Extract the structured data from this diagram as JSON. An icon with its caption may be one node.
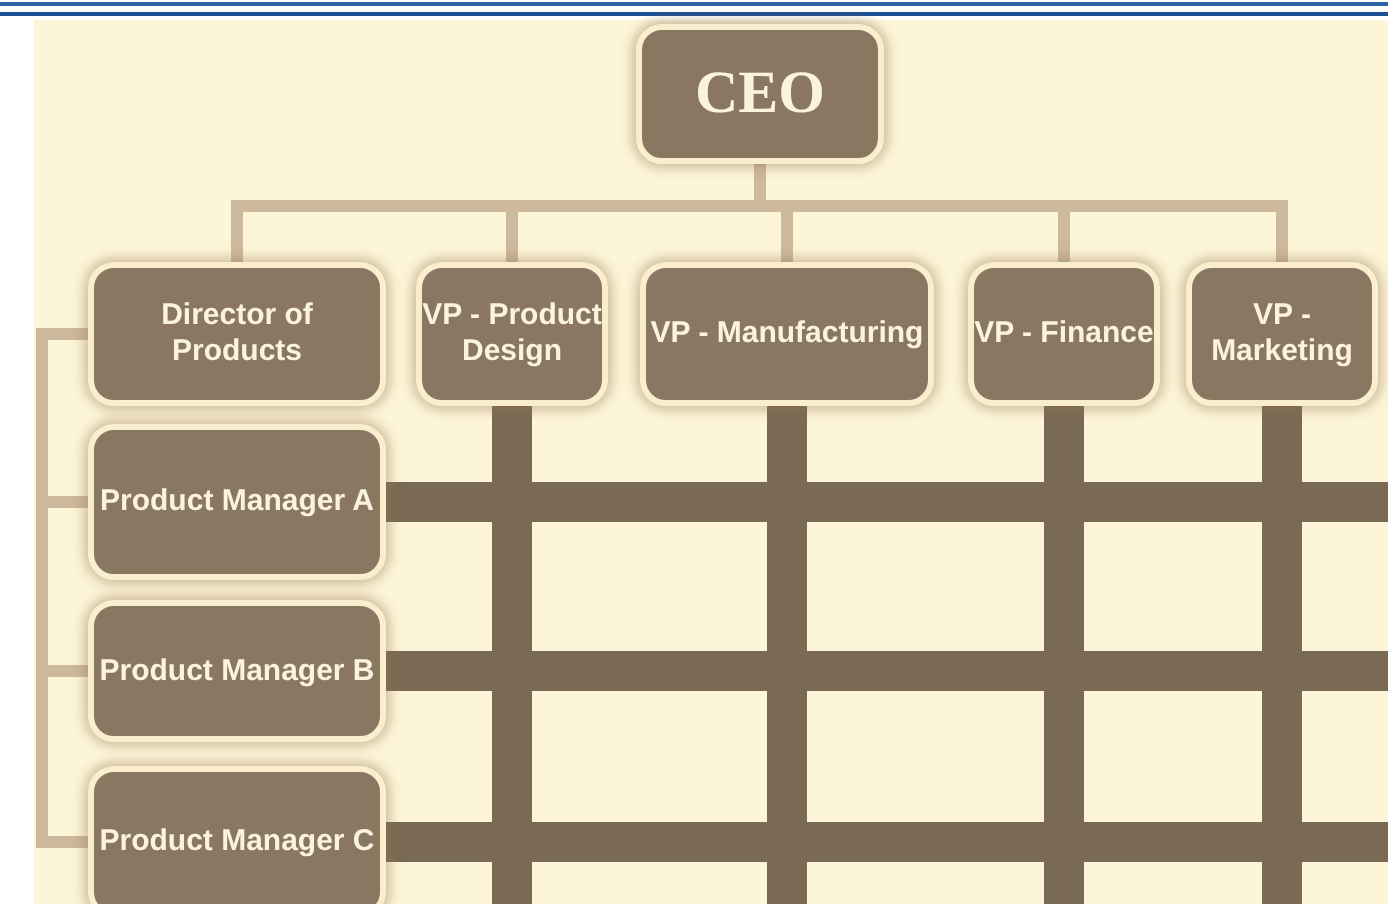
{
  "diagram": {
    "nodes": [
      {
        "text": [
          "CEO"
        ]
      },
      {
        "text": [
          "Director of Products"
        ]
      },
      {
        "text": [
          "VP - Product Design"
        ]
      },
      {
        "text": [
          "VP  - Manufacturing"
        ]
      },
      {
        "text": [
          "VP - Finance"
        ]
      },
      {
        "text": [
          "VP - Marketing"
        ]
      },
      {
        "text": [
          "Product Manager A"
        ]
      },
      {
        "text": [
          "Product Manager B"
        ]
      },
      {
        "text": [
          "Product Manager C"
        ]
      }
    ],
    "edges": [
      {
        "from": 0,
        "to": 1,
        "arrow": "none"
      },
      {
        "from": 0,
        "to": 2,
        "arrow": "none"
      },
      {
        "from": 0,
        "to": 3,
        "arrow": "none"
      },
      {
        "from": 0,
        "to": 4,
        "arrow": "none"
      },
      {
        "from": 0,
        "to": 5,
        "arrow": "none"
      },
      {
        "from": 1,
        "to": 6,
        "arrow": "none"
      },
      {
        "from": 1,
        "to": 7,
        "arrow": "none"
      },
      {
        "from": 1,
        "to": 8,
        "arrow": "none"
      },
      {
        "from": 2,
        "to": null,
        "arrow": "none",
        "style": "thick",
        "color": "#7a6954"
      },
      {
        "from": 3,
        "to": null,
        "arrow": "none",
        "style": "thick",
        "color": "#7a6954"
      },
      {
        "from": 4,
        "to": null,
        "arrow": "none",
        "style": "thick",
        "color": "#7a6954"
      },
      {
        "from": 5,
        "to": null,
        "arrow": "none",
        "style": "thick",
        "color": "#7a6954"
      },
      {
        "from": 6,
        "to": null,
        "arrow": "none",
        "style": "thick",
        "color": "#7a6954"
      },
      {
        "from": 7,
        "to": null,
        "arrow": "none",
        "style": "thick",
        "color": "#7a6954"
      },
      {
        "from": 8,
        "to": null,
        "arrow": "none",
        "style": "thick",
        "color": "#7a6954"
      }
    ]
  }
}
